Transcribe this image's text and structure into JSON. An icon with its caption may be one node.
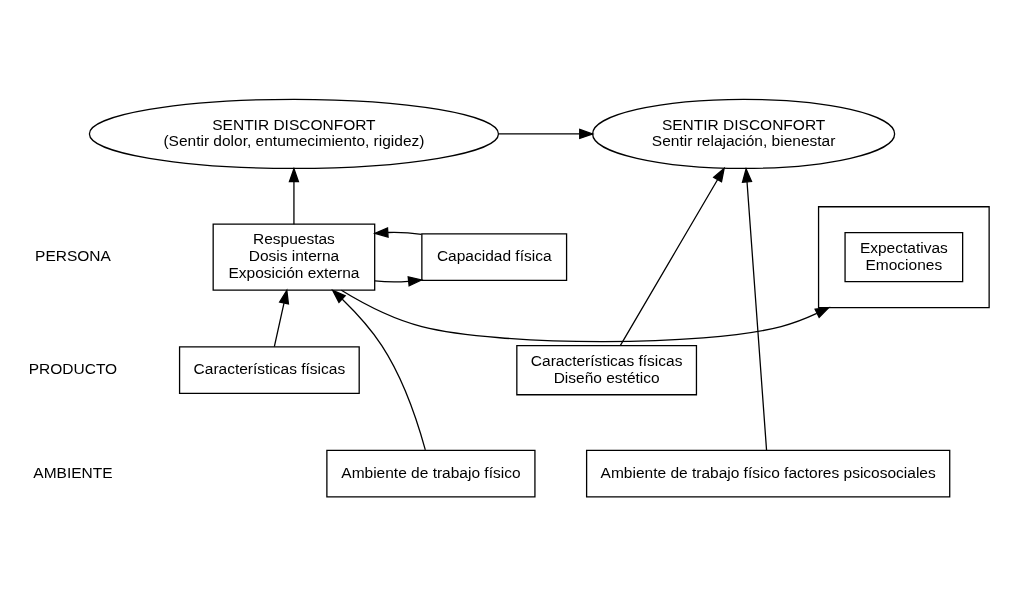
{
  "diagram": {
    "nodes": [
      {
        "text": [
          "SENTIR DISCONFORT",
          "(Sentir dolor, entumecimiento, rigidez)"
        ]
      },
      {
        "text": [
          "SENTIR DISCONFORT",
          "Sentir relajación, bienestar"
        ]
      },
      {
        "text": [
          "Capacidad física"
        ]
      },
      {
        "text": [
          "Respuestas",
          "Dosis interna",
          "Exposición externa"
        ]
      },
      {
        "text": [],
        "shape": "box"
      },
      {
        "text": [
          "Expectativas",
          "Emociones"
        ],
        "in": 4
      },
      {
        "text": [
          "Características físicas"
        ]
      },
      {
        "text": [
          "Características físicas",
          "Diseño estético"
        ]
      },
      {
        "text": [
          "Ambiente de trabajo físico"
        ]
      },
      {
        "text": [
          "Ambiente de trabajo físico factores psicosociales"
        ]
      }
    ],
    "edges": [
      {
        "from": 0,
        "to": 1,
        "arrow": "to"
      },
      {
        "from": 3,
        "to": 0,
        "arrow": "to"
      },
      {
        "from": 2,
        "to": 3,
        "arrow": "to"
      },
      {
        "from": 3,
        "to": 2,
        "arrow": "to"
      },
      {
        "from": 3,
        "to": 4,
        "arrow": "to"
      },
      {
        "from": 6,
        "to": 3,
        "arrow": "to"
      },
      {
        "from": 8,
        "to": 3,
        "arrow": "to"
      },
      {
        "from": 9,
        "to": 1,
        "arrow": "to"
      },
      {
        "from": 7,
        "to": 1,
        "arrow": "to"
      }
    ],
    "labels": [
      "PERSONA",
      "PRODUCTO",
      "AMBIENTE"
    ]
  }
}
